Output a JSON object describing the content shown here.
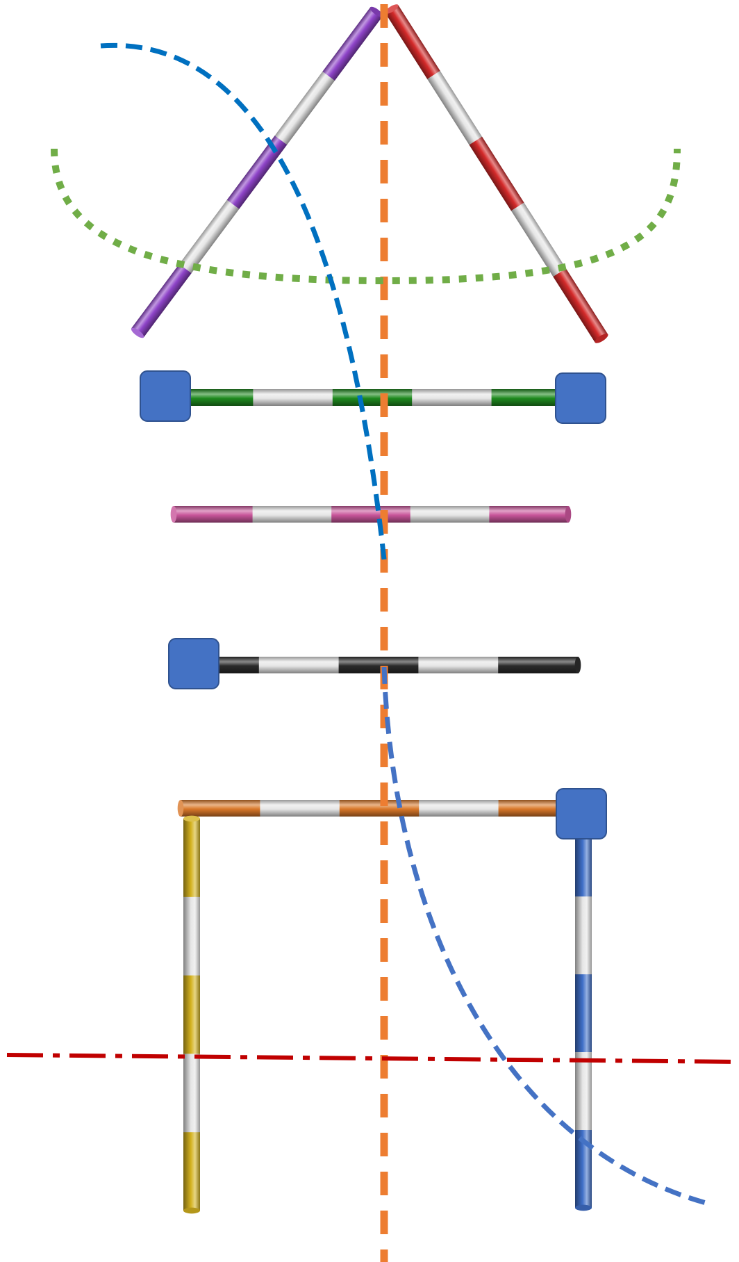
{
  "colors": {
    "background": "#ffffff",
    "white_stripe": "#e6e6e6",
    "standard_block": "#4472c4",
    "standard_block_edge": "#2f528f",
    "axis_vertical": "#ed7d31",
    "axis_horizontal": "#c00000",
    "curve_upper_blue": "#0070c0",
    "curve_lower_blue": "#4472c4",
    "curve_green": "#70ad47"
  },
  "poles": [
    {
      "name": "purple-diagonal-pole",
      "color": "#8e44c8",
      "segments": 5
    },
    {
      "name": "red-diagonal-pole",
      "color": "#d42a2a",
      "segments": 5
    },
    {
      "name": "green-pole",
      "color": "#1f8a1f",
      "segments": 5
    },
    {
      "name": "pink-pole",
      "color": "#c8559a",
      "segments": 5
    },
    {
      "name": "black-pole",
      "color": "#2b2b2b",
      "segments": 5
    },
    {
      "name": "orange-pole",
      "color": "#d9782a",
      "segments": 5
    },
    {
      "name": "yellow-pole",
      "color": "#d4b21f",
      "segments": 5
    },
    {
      "name": "blue-pole",
      "color": "#3f6fc8",
      "segments": 5
    }
  ],
  "blocks": [
    {
      "name": "green-pole-left-block"
    },
    {
      "name": "green-pole-right-block"
    },
    {
      "name": "black-pole-left-block"
    },
    {
      "name": "orange-pole-right-block"
    }
  ]
}
